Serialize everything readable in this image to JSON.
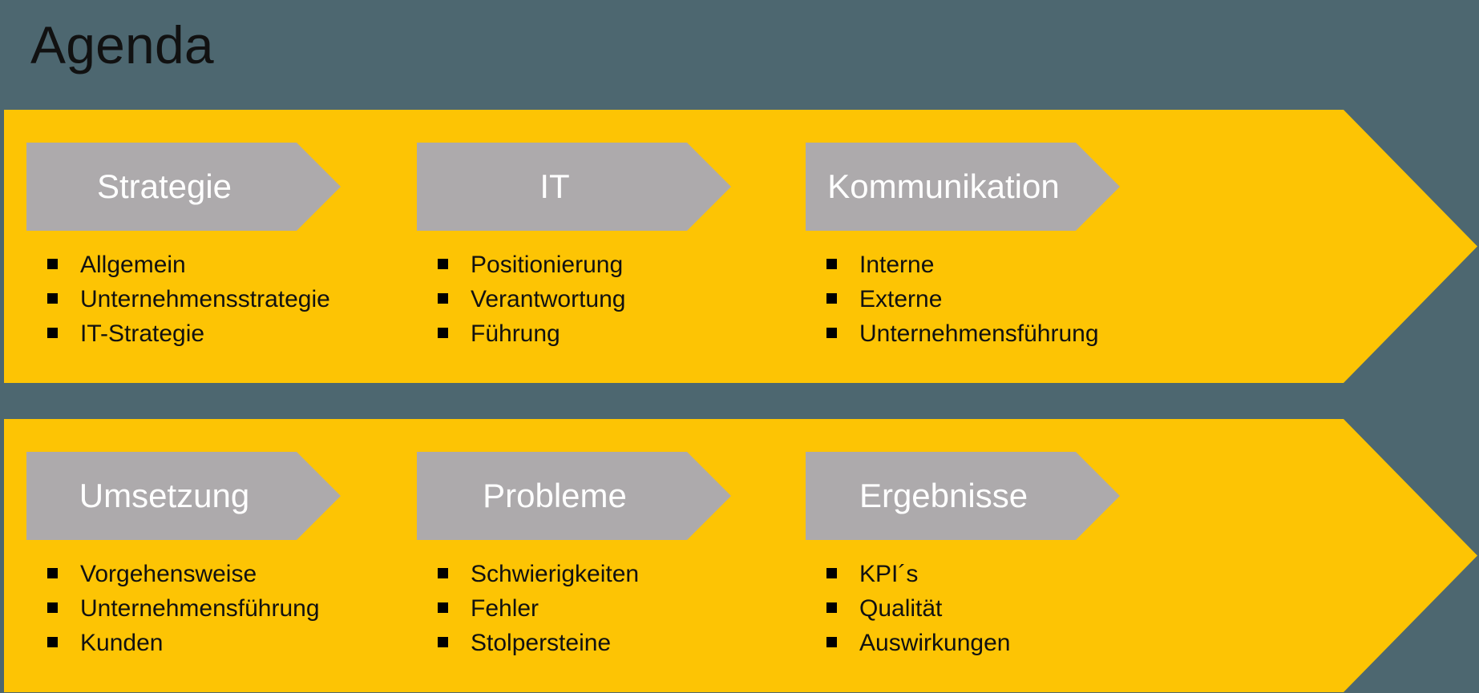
{
  "slide": {
    "title": "Agenda",
    "background_color": "#4d6770",
    "band_color": "#FDC404",
    "chevron_color": "#ADAAAC",
    "chevron_text_color": "#FFFFFF",
    "bullet_text_color": "#111111"
  },
  "bands": [
    {
      "name": "band-one",
      "columns": [
        {
          "header": "Strategie",
          "bullets": [
            "Allgemein",
            "Unternehmensstrategie",
            "IT-Strategie"
          ]
        },
        {
          "header": "IT",
          "bullets": [
            "Positionierung",
            "Verantwortung",
            "Führung"
          ]
        },
        {
          "header": "Kommunikation",
          "bullets": [
            "Interne",
            "Externe",
            "Unternehmensführung"
          ]
        }
      ]
    },
    {
      "name": "band-two",
      "columns": [
        {
          "header": "Umsetzung",
          "bullets": [
            "Vorgehensweise",
            "Unternehmensführung",
            "Kunden"
          ]
        },
        {
          "header": "Probleme",
          "bullets": [
            "Schwierigkeiten",
            "Fehler",
            "Stolpersteine"
          ]
        },
        {
          "header": "Ergebnisse",
          "bullets": [
            "KPI´s",
            "Qualität",
            "Auswirkungen"
          ]
        }
      ]
    }
  ]
}
